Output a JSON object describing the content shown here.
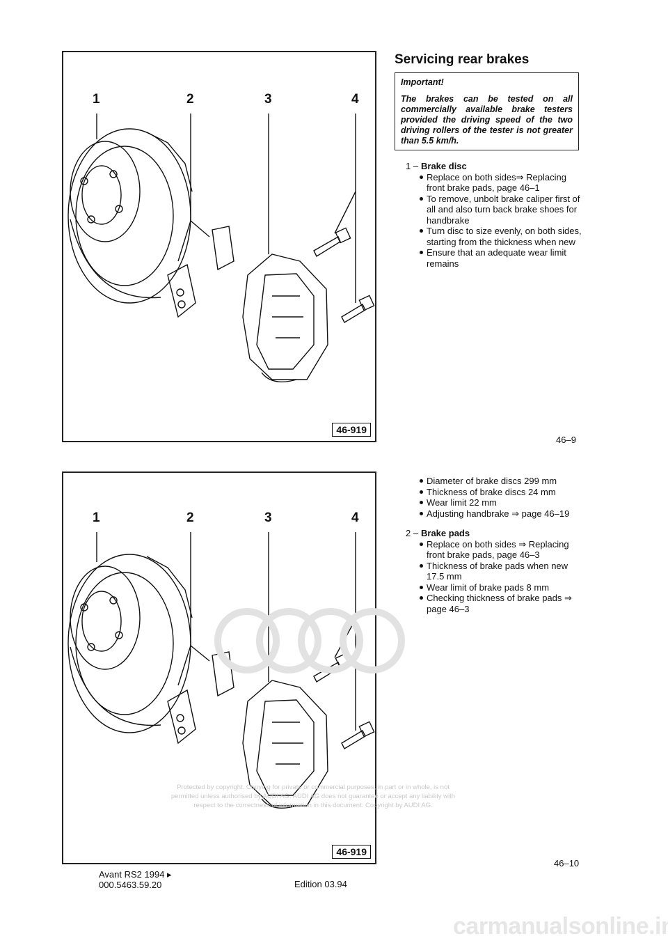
{
  "figures": [
    {
      "ref": "46-919",
      "callouts": [
        "1",
        "2",
        "3",
        "4"
      ]
    },
    {
      "ref": "46-919",
      "callouts": [
        "1",
        "2",
        "3",
        "4"
      ]
    }
  ],
  "title": "Servicing rear brakes",
  "important": {
    "heading": "Important!",
    "text": "The brakes can be tested on all commercially available brake testers provided the driving speed of the two driving rollers of the tester is not greater than 5.5 km/h."
  },
  "items": [
    {
      "number": "1 –",
      "heading": "Brake disc",
      "bullets": [
        "Replace on both sides⇒ Replacing front brake pads, page 46–1",
        "To remove, unbolt brake caliper first of all and also turn back brake shoes for handbrake",
        "Turn disc to size evenly, on both sides, starting from the thickness when new",
        "Ensure that an adequate wear limit remains"
      ]
    },
    {
      "number": "2 –",
      "heading": "Brake pads",
      "bullets": [
        "Replace on both sides ⇒ Replacing front brake pads, page 46–3",
        "Thickness of brake pads when new 17.5 mm",
        "Wear limit of brake pads 8 mm",
        "Checking thickness of brake pads ⇒ page 46–3"
      ]
    }
  ],
  "continued_bullets": [
    "Diameter of brake discs 299 mm",
    "Thickness of brake discs 24 mm",
    "Wear limit 22 mm",
    "Adjusting handbrake ⇒ page 46–19"
  ],
  "page_numbers": [
    "46–9",
    "46–10"
  ],
  "footer": {
    "model": "Avant RS2 1994 ▸",
    "code": "000.5463.59.20",
    "edition": "Edition 03.94"
  },
  "watermark_text": "Protected by copyright. Copying for private or commercial purposes, in part or in whole, is not permitted unless authorised by AUDI AG. AUDI AG does not guarantee or accept any liability with respect to the correctness of information in this document. Copyright by AUDI AG.",
  "site_mark": "carmanualsonline.info"
}
